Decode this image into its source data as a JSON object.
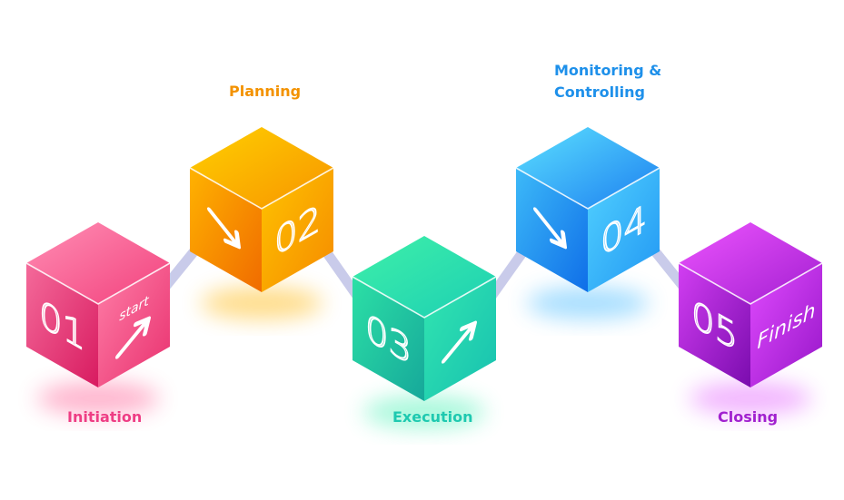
{
  "diagram": {
    "type": "process-steps",
    "connector_color": "#c9cbea",
    "steps": [
      {
        "number": "01",
        "stage": "Initiation",
        "caption": "start",
        "icon": "arrow-up-right-icon",
        "colors": {
          "label": "#ee3d84",
          "top": [
            "#ff8fb5",
            "#f2407c"
          ],
          "left": [
            "#f46a9a",
            "#d81b60"
          ],
          "right": [
            "#ff7fa8",
            "#e8306e"
          ],
          "glow": "#ff5c93"
        }
      },
      {
        "number": "02",
        "stage": "Planning",
        "caption": "",
        "icon": "arrow-down-right-icon",
        "colors": {
          "label": "#f39200",
          "top": [
            "#ffd000",
            "#f79400"
          ],
          "left": [
            "#ffb300",
            "#f06b00"
          ],
          "right": [
            "#ffc400",
            "#f58a00"
          ],
          "glow": "#ffb400"
        }
      },
      {
        "number": "03",
        "stage": "Execution",
        "caption": "",
        "icon": "arrow-up-right-icon",
        "colors": {
          "label": "#1ec9b0",
          "top": [
            "#3ff0a8",
            "#1ccfb4"
          ],
          "left": [
            "#2ce0a6",
            "#16a89a"
          ],
          "right": [
            "#32e6b0",
            "#17c0b0"
          ],
          "glow": "#3ff0b0"
        }
      },
      {
        "number": "04",
        "stage": "Monitoring & Controlling",
        "caption": "",
        "icon": "arrow-down-right-icon",
        "colors": {
          "label": "#1e90ea",
          "top": [
            "#5ce1ff",
            "#1c7ef0"
          ],
          "left": [
            "#3dbaf8",
            "#0f6ee8"
          ],
          "right": [
            "#52d2ff",
            "#2196f3"
          ],
          "glow": "#3fb8ff"
        }
      },
      {
        "number": "05",
        "stage": "Closing",
        "caption": "Finish",
        "icon": "",
        "colors": {
          "label": "#a121cf",
          "top": [
            "#ee55ff",
            "#a11ed0"
          ],
          "left": [
            "#d23ef2",
            "#7a0cae"
          ],
          "right": [
            "#e14bff",
            "#9616c8"
          ],
          "glow": "#e25cff"
        }
      }
    ]
  }
}
